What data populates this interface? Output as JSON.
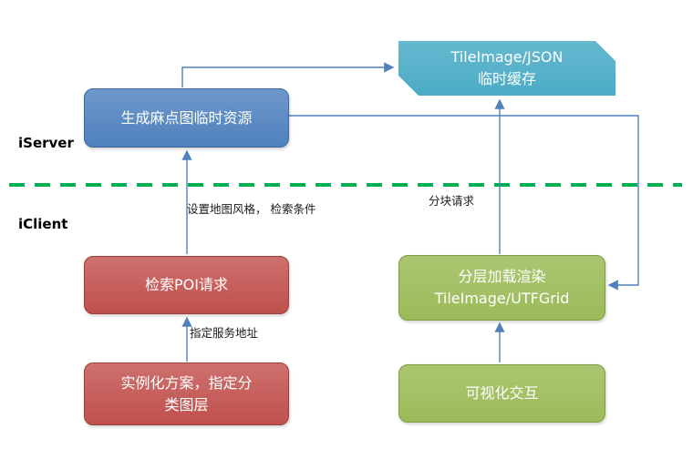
{
  "diagram": {
    "type": "flowchart",
    "sections": {
      "server": "iServer",
      "client": "iClient"
    },
    "nodes": {
      "cache": {
        "line1": "TileImage/JSON",
        "line2": "临时缓存",
        "color": "#4BACC6",
        "shape": "snip-diagonal-corner-rect"
      },
      "generate": {
        "line1": "生成麻点图临时资源",
        "color": "#4F81BD",
        "shape": "rounded-rect"
      },
      "poi": {
        "line1": "检索POI请求",
        "color": "#C0504D",
        "shape": "rounded-rect"
      },
      "render": {
        "line1": "分层加载渲染",
        "line2": "TileImage/UTFGrid",
        "color": "#9BBB59",
        "shape": "rounded-rect"
      },
      "instantiate": {
        "line1": "实例化方案，指定分",
        "line2": "类图层",
        "color": "#C0504D",
        "shape": "rounded-rect"
      },
      "interact": {
        "line1": "可视化交互",
        "color": "#9BBB59",
        "shape": "rounded-rect"
      }
    },
    "edge_labels": {
      "style_condition_line1": "设置地图风格，",
      "style_condition_line2": "检索条件",
      "tile_request": "分块请求",
      "service_address": "指定服务地址"
    },
    "edges": [
      {
        "from": "instantiate",
        "to": "poi",
        "label": "指定服务地址"
      },
      {
        "from": "poi",
        "to": "generate",
        "label": "设置地图风格，检索条件"
      },
      {
        "from": "generate",
        "to": "cache",
        "label": ""
      },
      {
        "from": "render",
        "to": "cache",
        "label": "分块请求"
      },
      {
        "from": "generate",
        "to": "render",
        "label": ""
      },
      {
        "from": "interact",
        "to": "render",
        "label": ""
      }
    ],
    "colors": {
      "arrow": "#4F81BD",
      "divider": "#00B050",
      "background": "#FFFFFF",
      "node_text": "#FFFFFF"
    }
  }
}
